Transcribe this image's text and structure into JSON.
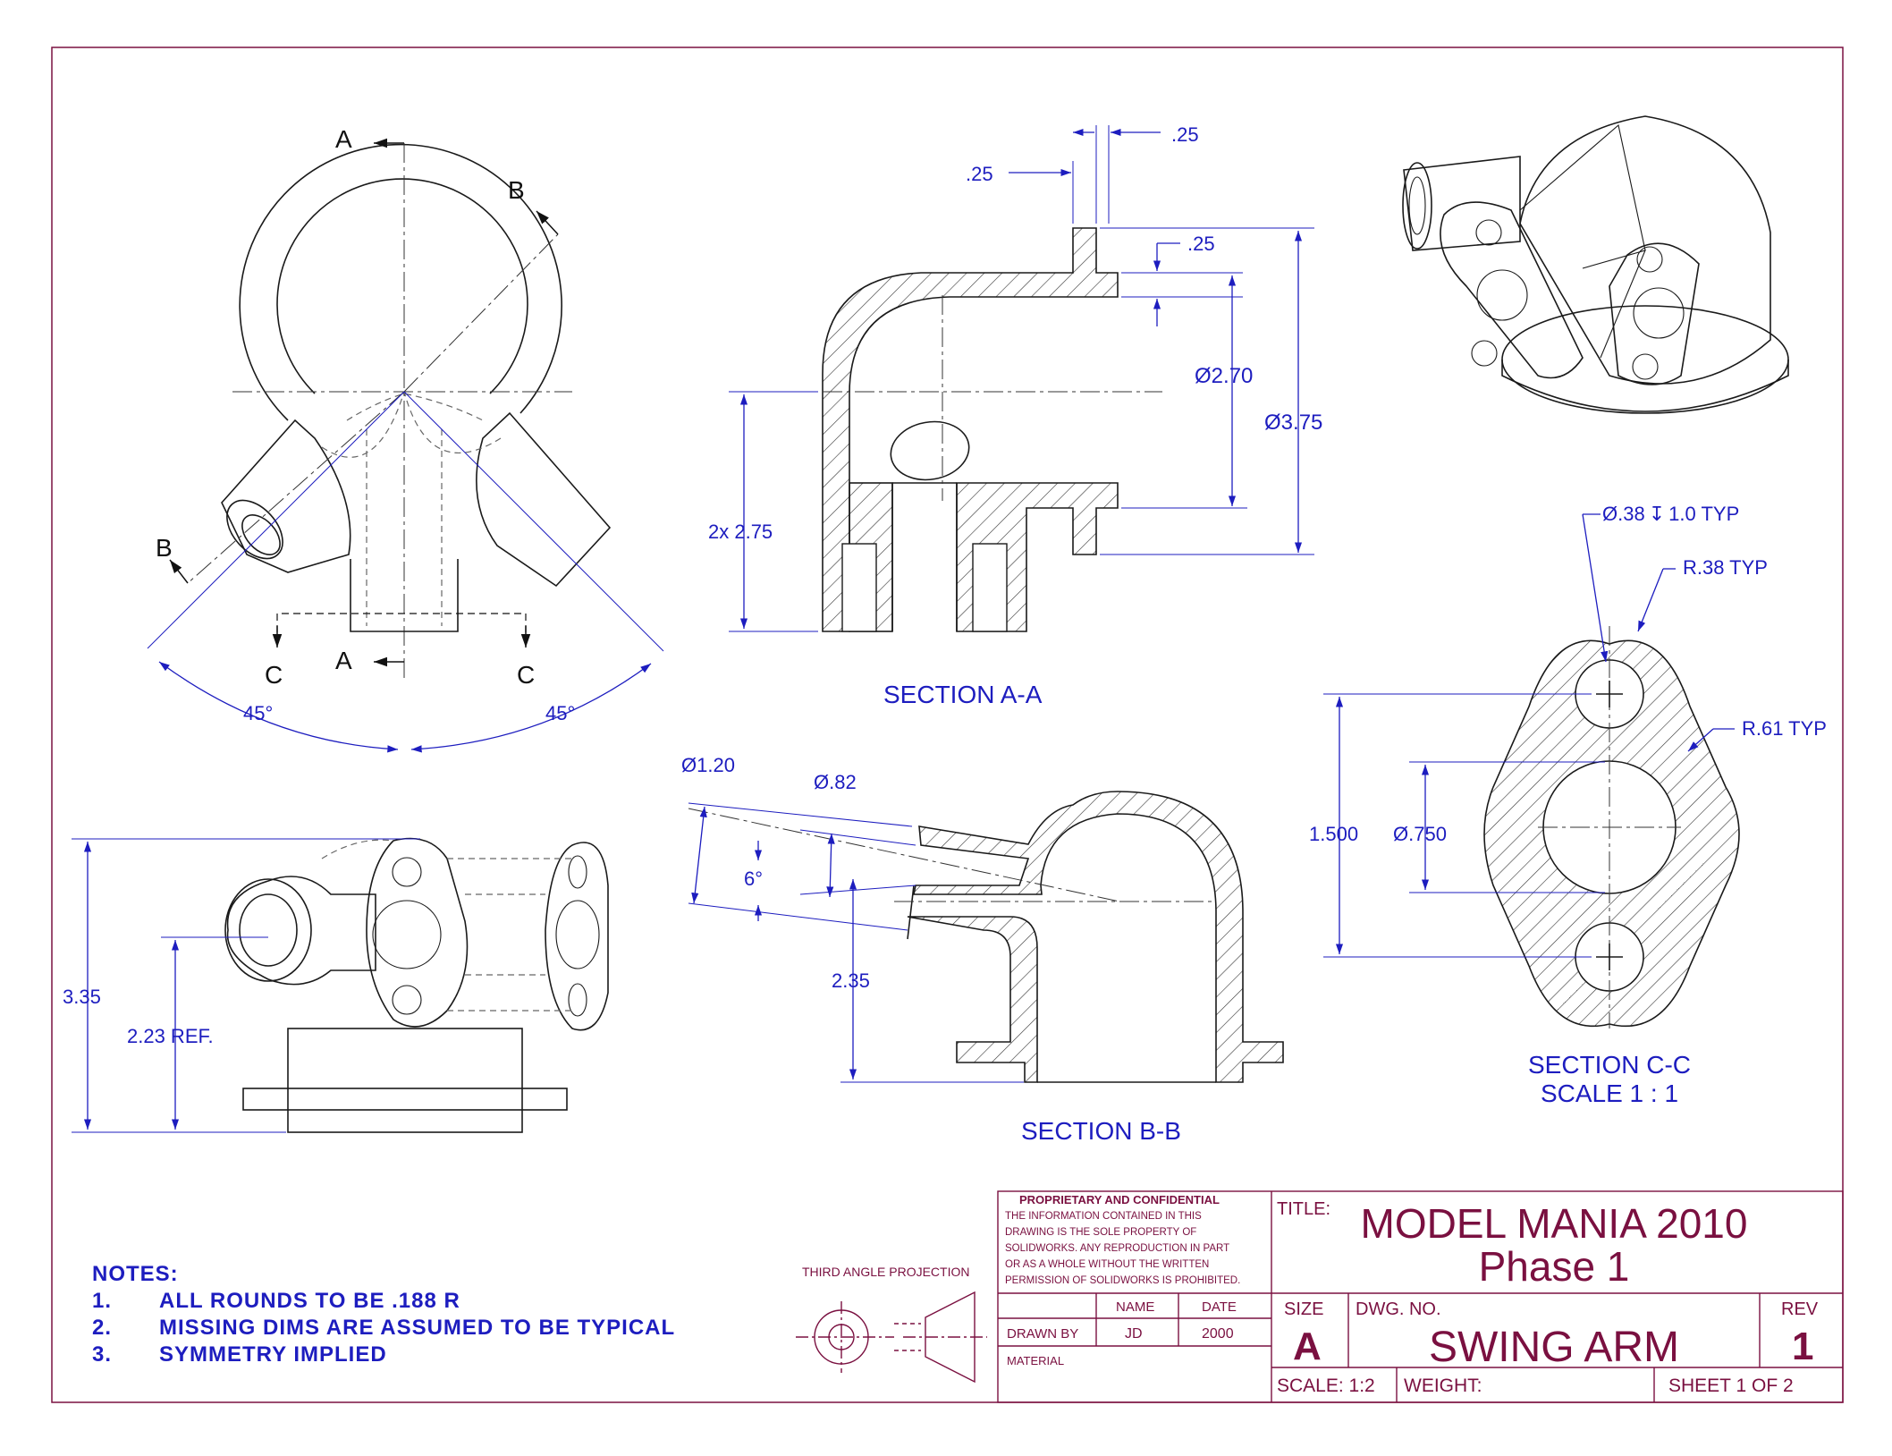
{
  "section_a_a": {
    "label": "SECTION A-A",
    "dims": {
      "top_left": ".25",
      "top_right": ".25",
      "flange": ".25",
      "dia_inner": "2.70",
      "dia_outer": "3.75",
      "height": "2x 2.75"
    },
    "dia_symbol": "Ø"
  },
  "section_b_b": {
    "label": "SECTION B-B",
    "dims": {
      "dia_outer": "1.20",
      "dia_inner": ".82",
      "angle": "6°",
      "height": "2.35"
    }
  },
  "section_c_c": {
    "label": "SECTION C-C",
    "scale_label": "SCALE 1 : 1",
    "dims": {
      "hole": ".38",
      "hole_depth_symbol": "↧",
      "hole_depth": "1.0 TYP",
      "radius_small": "R.38 TYP",
      "radius_large": "R.61 TYP",
      "span": "1.500",
      "dia_center": ".750"
    }
  },
  "top_view": {
    "section_letters": {
      "a_top": "A",
      "a_bottom": "A",
      "b_top": "B",
      "b_left": "B",
      "c_left": "C",
      "c_right": "C"
    },
    "angle_left": "45°",
    "angle_right": "45°"
  },
  "front_view": {
    "dims": {
      "overall": "3.35",
      "ref": "2.23 REF."
    }
  },
  "notes": {
    "heading": "NOTES:",
    "items": [
      {
        "num": "1.",
        "text": "ALL ROUNDS TO BE .188 R"
      },
      {
        "num": "2.",
        "text": "MISSING DIMS ARE ASSUMED TO BE TYPICAL"
      },
      {
        "num": "3.",
        "text": "SYMMETRY IMPLIED"
      }
    ]
  },
  "projection": {
    "label": "THIRD ANGLE PROJECTION"
  },
  "title_block": {
    "proprietary": {
      "heading": "PROPRIETARY AND CONFIDENTIAL",
      "lines": [
        "THE INFORMATION CONTAINED IN THIS",
        "DRAWING IS THE SOLE PROPERTY OF",
        "SOLIDWORKS.  ANY REPRODUCTION IN PART",
        "OR AS A WHOLE WITHOUT THE WRITTEN",
        "PERMISSION OF SOLIDWORKS IS PROHIBITED."
      ]
    },
    "name_header": "NAME",
    "date_header": "DATE",
    "drawn_by_label": "DRAWN BY",
    "drawn_by_name": "JD",
    "drawn_by_date": "2000",
    "material_label": "MATERIAL",
    "title_label": "TITLE:",
    "title_line1": "MODEL MANIA 2010",
    "title_line2": "Phase 1",
    "size_label": "SIZE",
    "size_value": "A",
    "dwg_no_label": "DWG.  NO.",
    "dwg_no_value": "SWING ARM",
    "rev_label": "REV",
    "rev_value": "1",
    "scale": "SCALE: 1:2",
    "weight": "WEIGHT:",
    "sheet": "SHEET 1 OF 2"
  },
  "colors": {
    "dimension": "#1d1dbf",
    "title_block": "#7a1040",
    "geometry": "#1a1a1a"
  }
}
